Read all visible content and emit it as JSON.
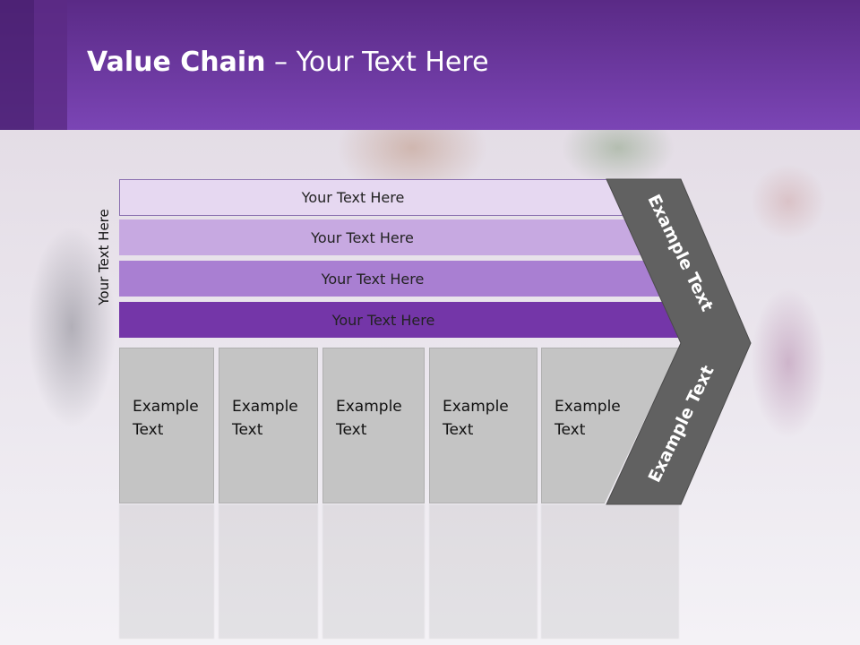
{
  "slide": {
    "title_bold": "Value Chain",
    "title_rest": " – Your Text Here",
    "side_label": "Your Text Here",
    "bars": [
      {
        "label": "Your Text Here"
      },
      {
        "label": "Your Text Here"
      },
      {
        "label": "Your Text Here"
      },
      {
        "label": "Your Text Here"
      }
    ],
    "boxes": [
      {
        "line1": "Example",
        "line2": "Text"
      },
      {
        "line1": "Example",
        "line2": "Text"
      },
      {
        "line1": "Example",
        "line2": "Text"
      },
      {
        "line1": "Example",
        "line2": "Text"
      },
      {
        "line1": "Example",
        "line2": "Text"
      }
    ],
    "chevron_upper": "Example Text",
    "chevron_lower": "Example Text"
  },
  "colors": {
    "header": "#7b45b5",
    "bar1": "#e6d8f1",
    "bar2": "#c7a9e1",
    "bar3": "#a97fd2",
    "bar4": "#7436a8",
    "chevron": "#616161",
    "box": "#c4c4c4"
  }
}
